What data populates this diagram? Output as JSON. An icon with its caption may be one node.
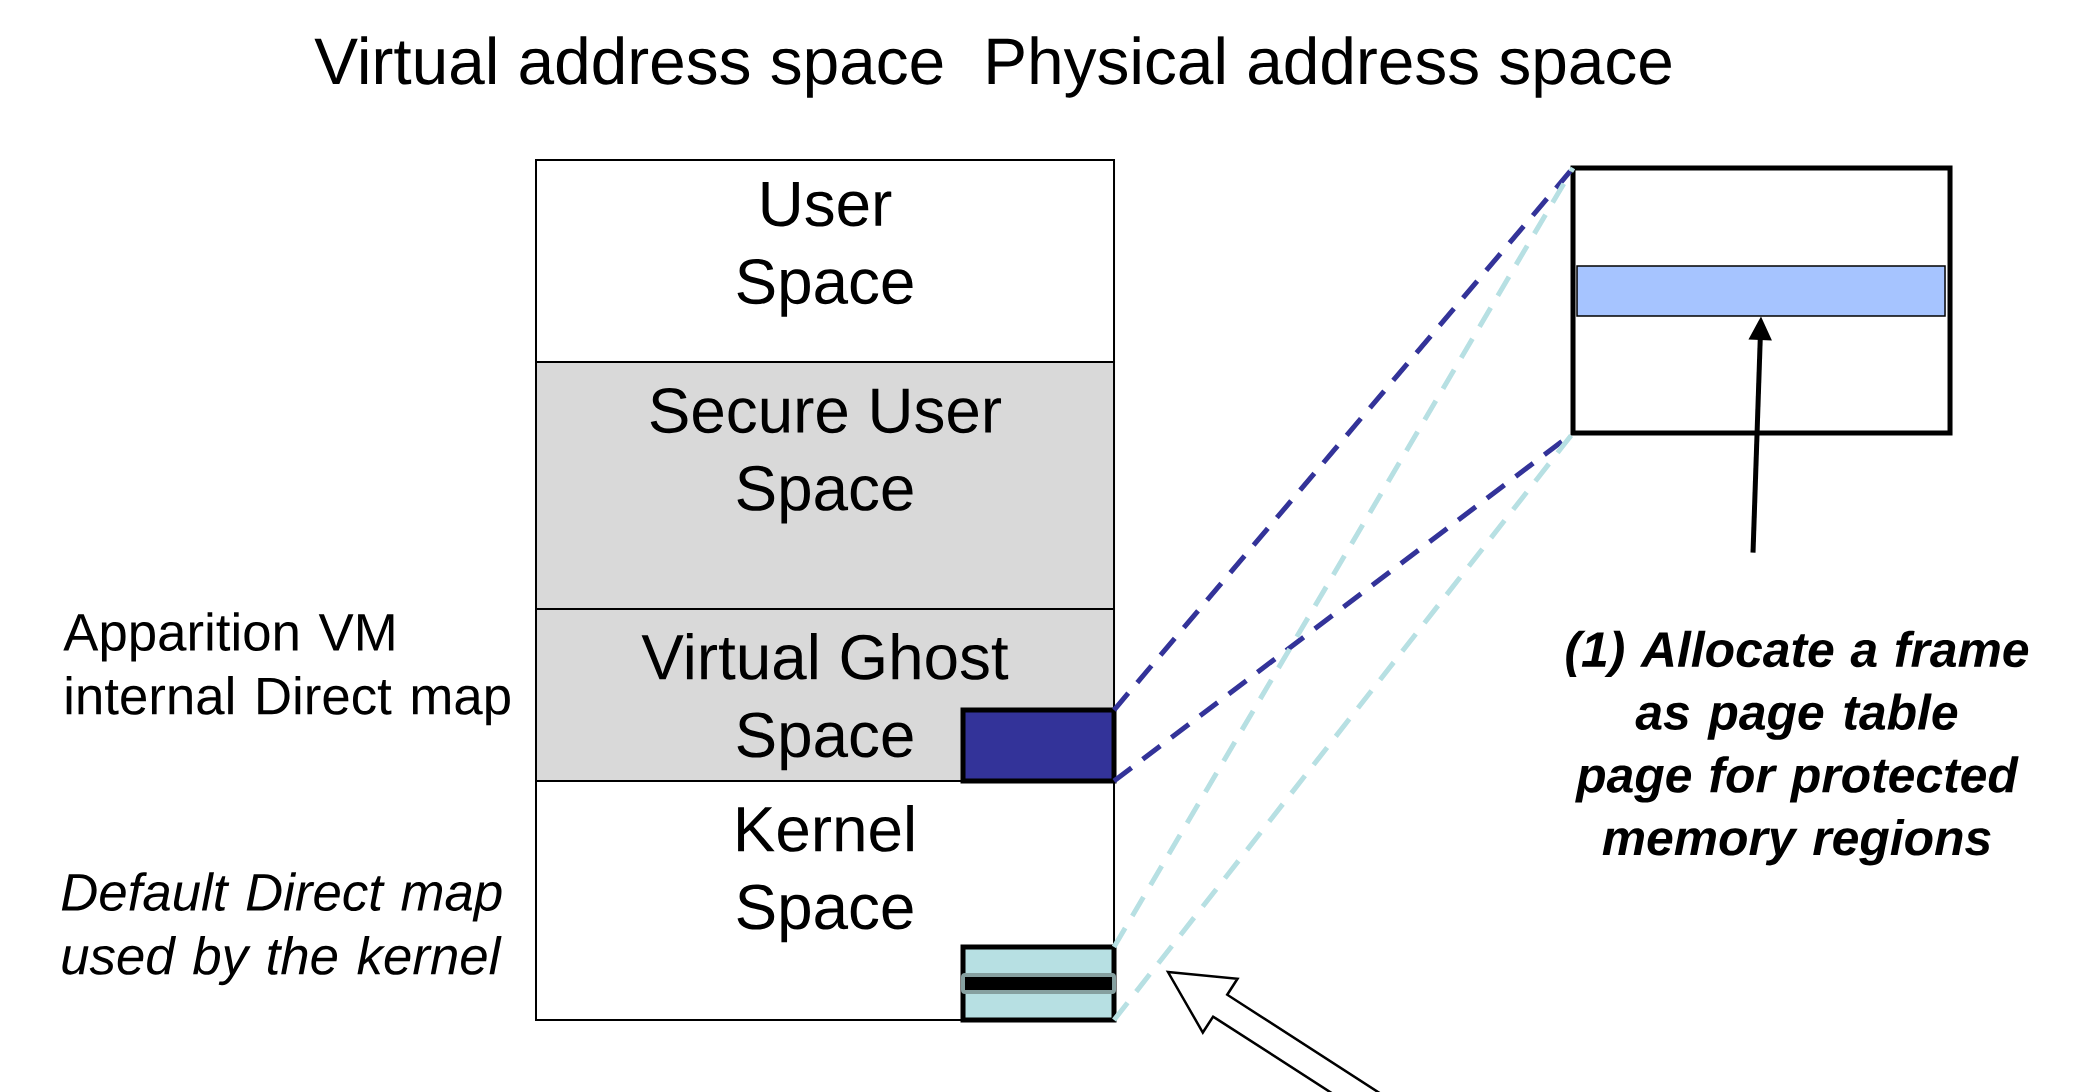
{
  "diagram": {
    "nodes": [
      {
        "text": [
          "User Space"
        ]
      },
      {
        "text": [
          "Secure User Space"
        ]
      },
      {
        "text": [
          "Virtual Ghost Space"
        ]
      },
      {
        "text": [
          "Kernel Space"
        ]
      },
      {
        "text": [],
        "shape": "box",
        "in": 2
      },
      {
        "text": [],
        "shape": "box",
        "in": 3
      },
      {
        "text": [],
        "shape": "box"
      },
      {
        "text": [],
        "shape": "bar",
        "in": 6
      },
      {
        "text": [
          "(1) Allocate a frame as page table page for protected memory regions"
        ]
      }
    ],
    "edges": [
      {
        "from": 4,
        "to": 6,
        "arrow": "none",
        "style": "dashed",
        "color": "#333399"
      },
      {
        "from": 4,
        "to": 6,
        "arrow": "none",
        "style": "dashed",
        "color": "#333399"
      },
      {
        "from": 5,
        "to": 6,
        "arrow": "none",
        "style": "dashed",
        "color": "#b7e0e3"
      },
      {
        "from": 5,
        "to": 6,
        "arrow": "none",
        "style": "dashed",
        "color": "#b7e0e3"
      },
      {
        "from": 8,
        "to": 7,
        "arrow": "to",
        "color": "#000000"
      },
      {
        "from": null,
        "to": 5,
        "arrow": "to"
      }
    ],
    "labels": [
      "Virtual address space",
      "Physical address space",
      "Apparition VM internal Direct map",
      "Default Direct map used by the kernel"
    ]
  }
}
